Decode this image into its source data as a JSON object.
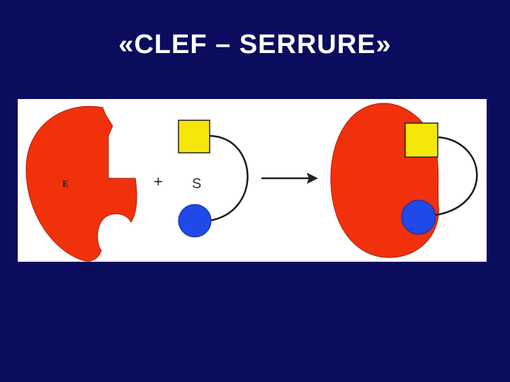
{
  "slide": {
    "title": "«CLEF – SERRURE»"
  },
  "diagram": {
    "enzyme_label": "E",
    "plus_sign": "+",
    "substrate_label": "S",
    "colors": {
      "background": "#0a0c5e",
      "panel": "#ffffff",
      "enzyme": "#f0310c",
      "square": "#f5e60a",
      "circle": "#1f49e8",
      "line": "#1a1a1a",
      "title": "#ffffff"
    }
  }
}
